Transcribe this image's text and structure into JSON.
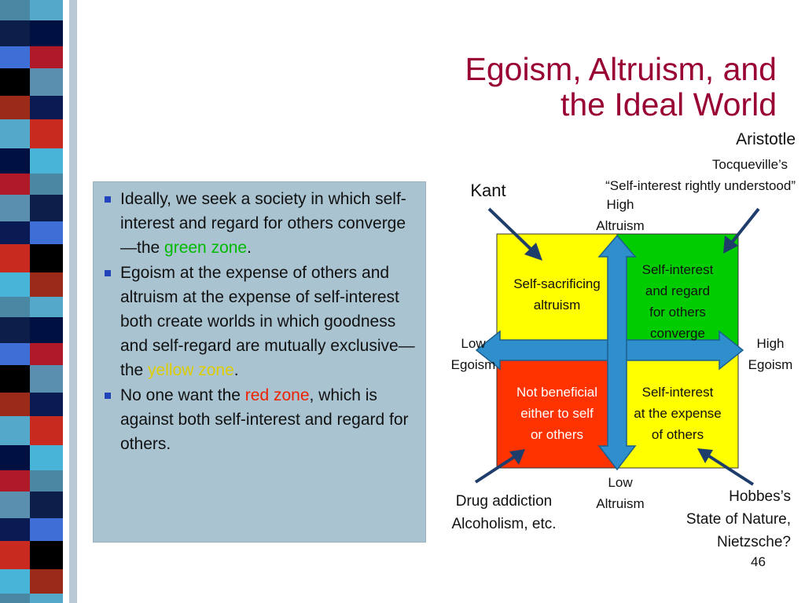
{
  "colors": {
    "title": "#990033",
    "bullet_box_bg": "#a9c3d1",
    "bullet_square": "#2244bb",
    "quadrant_yellow": "#ffff00",
    "quadrant_green": "#00cc00",
    "quadrant_red": "#ff3300",
    "arrow": "#2e8fcc",
    "pointer_arrow": "#1f3d6b"
  },
  "slide": {
    "title_line1": "Egoism, Altruism, and",
    "title_line2": "the Ideal World",
    "page_number": "46"
  },
  "bullets": [
    {
      "pre": "Ideally, we seek a society in which self-interest and regard for others converge—the ",
      "hl": "green zone",
      "post": "."
    },
    {
      "pre": "Egoism at the expense of others and altruism at the expense of self-interest both create worlds in which goodness and self-regard are mutually exclusive—the ",
      "hl": "yellow zone",
      "post": "."
    },
    {
      "pre": "No one want the ",
      "hl": "red zone",
      "post": ", which is against both self-interest and regard for others."
    }
  ],
  "diagram": {
    "quadrants": {
      "top_left": [
        "Self-sacrificing",
        "altruism"
      ],
      "top_right": [
        "Self-interest",
        "and regard",
        "for others",
        "converge"
      ],
      "bottom_left": [
        "Not beneficial",
        "either to self",
        "or others"
      ],
      "bottom_right": [
        "Self-interest",
        "at the expense",
        "of others"
      ]
    },
    "axis": {
      "high_altruism": [
        "High",
        "Altruism"
      ],
      "low_altruism": [
        "Low",
        "Altruism"
      ],
      "low_egoism": [
        "Low",
        "Egoism"
      ],
      "high_egoism": [
        "High",
        "Egoism"
      ]
    },
    "examples": {
      "kant": "Kant",
      "aristotle": "Aristotle",
      "tocqueville": [
        "Tocqueville’s",
        "“Self-interest rightly understood”"
      ],
      "drug": [
        "Drug addiction",
        "Alcoholism, etc."
      ],
      "hobbes": [
        "Hobbes’s",
        "State of Nature,",
        "Nietzsche?"
      ]
    }
  }
}
